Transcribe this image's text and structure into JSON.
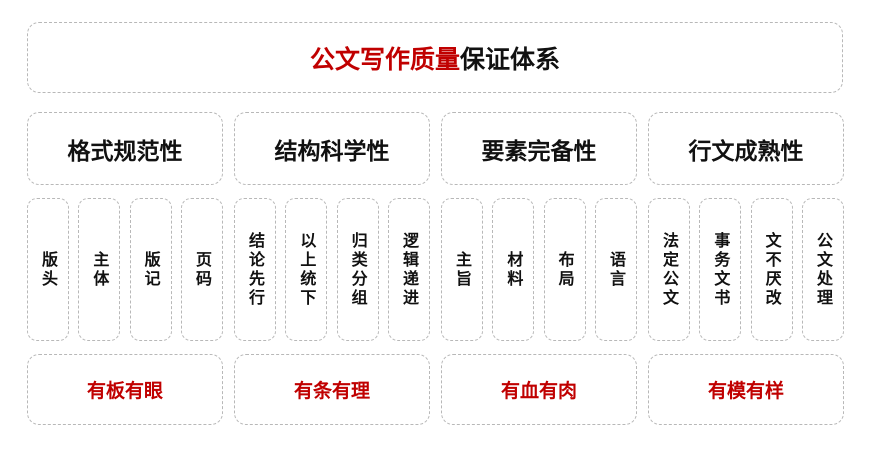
{
  "title": {
    "red_part": "公文写作质量",
    "black_part": "保证体系"
  },
  "columns": [
    {
      "category": "格式规范性",
      "items": [
        "版头",
        "主体",
        "版记",
        "页码"
      ],
      "motto": "有板有眼"
    },
    {
      "category": "结构科学性",
      "items": [
        "结论先行",
        "以上统下",
        "归类分组",
        "逻辑递进"
      ],
      "motto": "有条有理"
    },
    {
      "category": "要素完备性",
      "items": [
        "主旨",
        "材料",
        "布局",
        "语言"
      ],
      "motto": "有血有肉"
    },
    {
      "category": "行文成熟性",
      "items": [
        "法定公文",
        "事务文书",
        "文不厌改",
        "公文处理"
      ],
      "motto": "有模有样"
    }
  ],
  "colors": {
    "accent": "#c00000",
    "border": "#b8b8b8"
  }
}
